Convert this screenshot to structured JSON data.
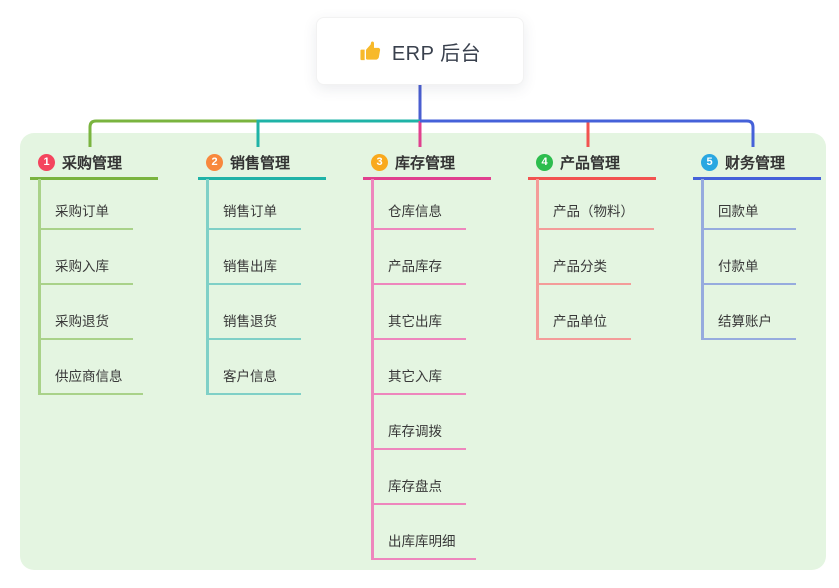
{
  "root": {
    "label": "ERP 后台",
    "icon": "thumbs-up"
  },
  "branches": [
    {
      "index": "1",
      "label": "采购管理",
      "badge_color": "#f4455e",
      "line_color": "#7ab43f",
      "child_line_color": "#a9d289",
      "children": [
        "采购订单",
        "采购入库",
        "采购退货",
        "供应商信息"
      ]
    },
    {
      "index": "2",
      "label": "销售管理",
      "badge_color": "#f8883d",
      "line_color": "#1fb3a7",
      "child_line_color": "#7fd0c7",
      "children": [
        "销售订单",
        "销售出库",
        "销售退货",
        "客户信息"
      ]
    },
    {
      "index": "3",
      "label": "库存管理",
      "badge_color": "#f9a91d",
      "line_color": "#e0408e",
      "child_line_color": "#ee86bd",
      "children": [
        "仓库信息",
        "产品库存",
        "其它出库",
        "其它入库",
        "库存调拨",
        "库存盘点",
        "出库库明细"
      ]
    },
    {
      "index": "4",
      "label": "产品管理",
      "badge_color": "#2dbd4e",
      "line_color": "#f25350",
      "child_line_color": "#f49c99",
      "children": [
        "产品（物料）",
        "产品分类",
        "产品单位"
      ]
    },
    {
      "index": "5",
      "label": "财务管理",
      "badge_color": "#29a7e1",
      "line_color": "#4561d9",
      "child_line_color": "#96abde",
      "children": [
        "回款单",
        "付款单",
        "结算账户"
      ]
    }
  ],
  "colors": {
    "background": "#ffffff",
    "board": "#e4f5e1",
    "root_line": "#4a5ed0",
    "text": "#333333"
  }
}
